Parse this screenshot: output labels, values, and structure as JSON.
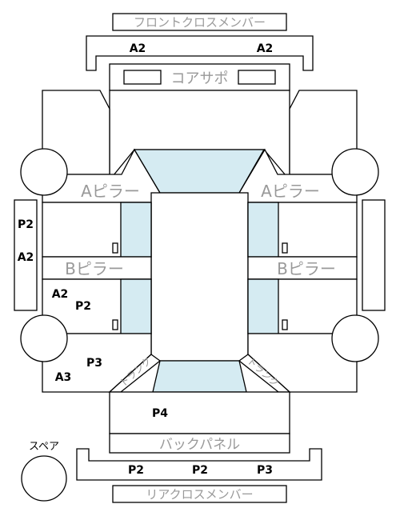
{
  "labels": {
    "front_cross_member": "フロントクロスメンバー",
    "core_support": "コアサポ",
    "a_pillar_left": "Aピラー",
    "a_pillar_right": "Aピラー",
    "b_pillar_left": "Bピラー",
    "b_pillar_right": "Bピラー",
    "trunk_left": "トランク",
    "trunk_right": "トランク",
    "back_panel": "バックパネル",
    "spare": "スペア",
    "rear_cross_member": "リアクロスメンバー"
  },
  "codes": {
    "front_a2_left": "A2",
    "front_a2_right": "A2",
    "side_p2": "P2",
    "side_a2": "A2",
    "rear_a2": "A2",
    "rear_p2": "P2",
    "rear_p3": "P3",
    "rear_a3": "A3",
    "trunk_p4": "P4",
    "rear_cross_p2_left": "P2",
    "rear_cross_p2_mid": "P2",
    "rear_cross_p3": "P3"
  }
}
